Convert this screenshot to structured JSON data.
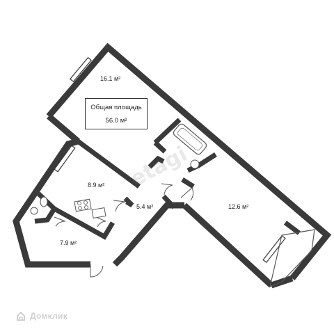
{
  "plan": {
    "total_label": "Общая площадь",
    "total_value": "56.0 м²",
    "rooms": [
      {
        "id": "room-large-top",
        "area": "16.1 м²"
      },
      {
        "id": "kitchen",
        "area": "8.9 м²"
      },
      {
        "id": "hallway",
        "area": "5.4 м²"
      },
      {
        "id": "room-right",
        "area": "12.6 м²"
      },
      {
        "id": "room-bottom-left",
        "area": "7.9 м²"
      }
    ]
  },
  "brand": {
    "name": "Домклик",
    "watermark": "etagi",
    "icon": "domclick-logo-icon"
  },
  "colors": {
    "wall": "#3a3a3a",
    "fixture": "#555555",
    "brand_text": "#d0d0d0"
  }
}
